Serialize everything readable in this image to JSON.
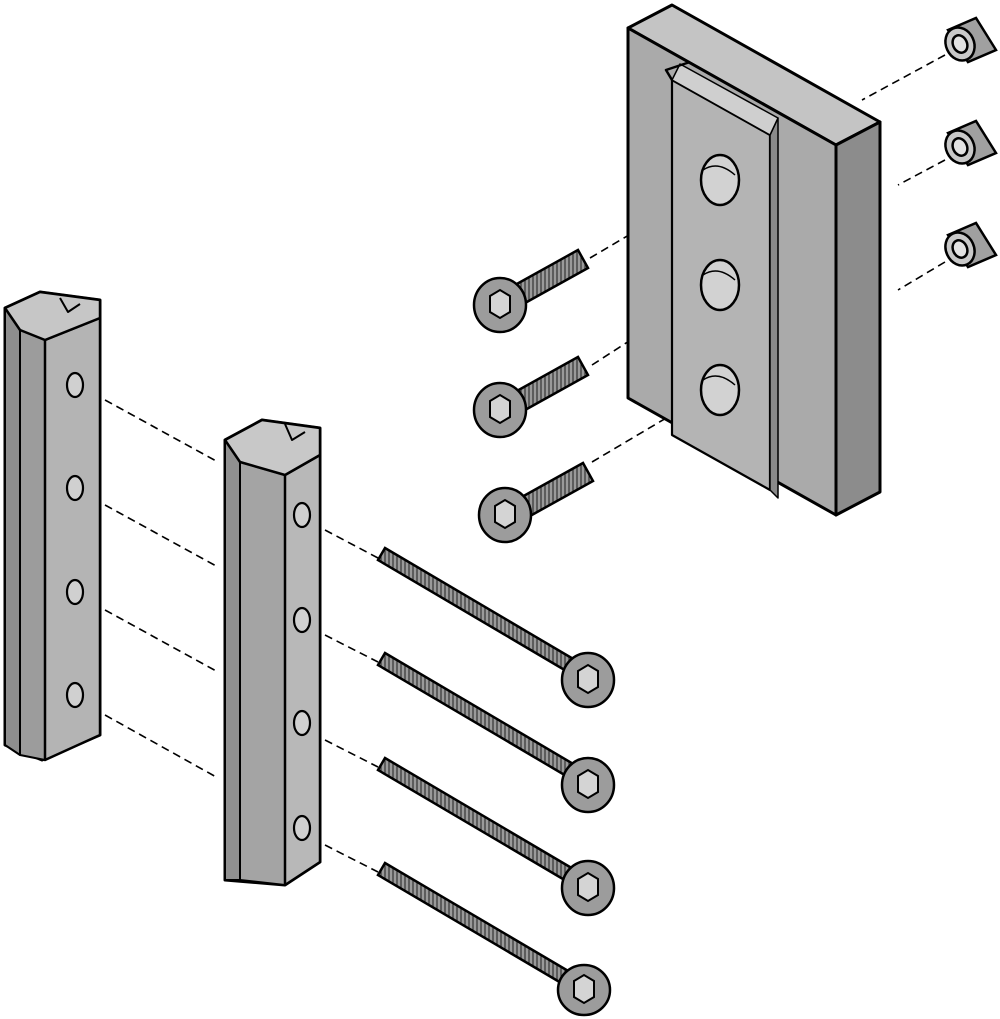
{
  "diagram": {
    "kind": "exploded-assembly-drawing",
    "colors": {
      "background": "#ffffff",
      "outline": "#000000",
      "metal_light": "#b4b4b4",
      "metal_mid": "#a2a2a2",
      "metal_dark": "#8a8a8a",
      "hole": "#d2d2d2",
      "thread": "#7d7d7d"
    },
    "parts": [
      {
        "id": "clamping-plate",
        "count": 1
      },
      {
        "id": "short-screw",
        "count": 3
      },
      {
        "id": "sleeve-nut",
        "count": 3
      },
      {
        "id": "guide-rail-left",
        "count": 1,
        "holes": 4
      },
      {
        "id": "guide-rail-right",
        "count": 1,
        "holes": 4
      },
      {
        "id": "long-screw",
        "count": 4
      }
    ],
    "icons": {
      "hex_socket": "hexagon-socket-icon"
    }
  }
}
